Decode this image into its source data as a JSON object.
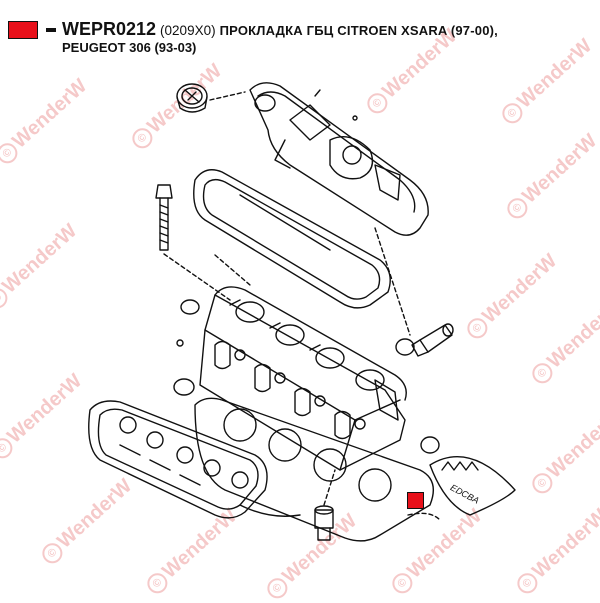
{
  "header": {
    "part_code": "WEPR0212",
    "alt_code": "(0209X0)",
    "description": "ПРОКЛАДКА ГБЦ CITROEN  XSARA (97-00),",
    "line2": "PEUGEOT 306 (93-03)"
  },
  "watermark": {
    "text": "WenderW",
    "symbol": "©"
  },
  "gasket_stamp": "EDCBA",
  "colors": {
    "accent_red": "#e8101a",
    "watermark": "#e67878"
  }
}
